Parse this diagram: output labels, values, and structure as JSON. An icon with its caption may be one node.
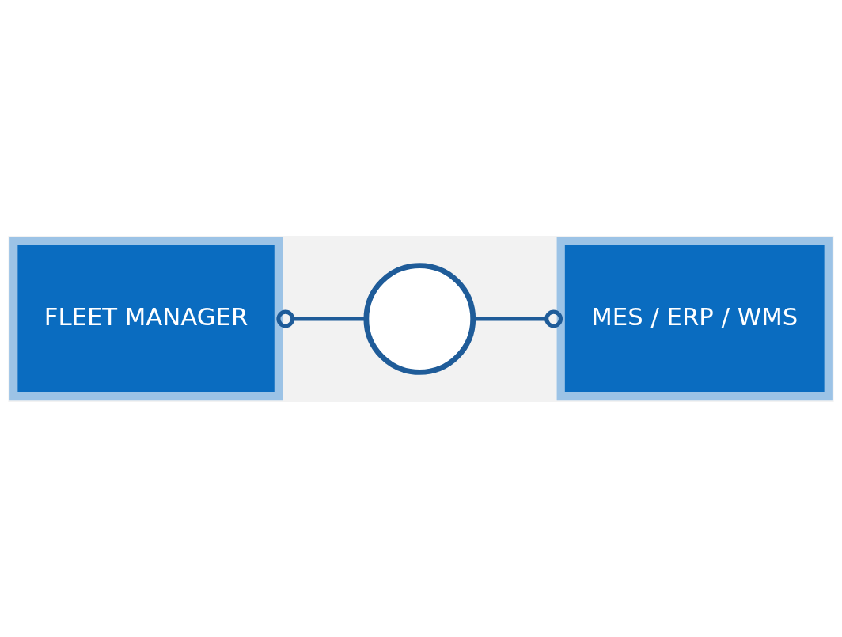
{
  "diagram": {
    "nodes": [
      {
        "text": [
          "FLEET MANAGER"
        ]
      },
      {
        "text": [],
        "shape": "circle"
      },
      {
        "text": [
          "MES / ERP / WMS"
        ]
      }
    ],
    "edges": [
      {
        "from": 0,
        "to": 1,
        "arrow": "other"
      },
      {
        "from": 1,
        "to": 2,
        "arrow": "other"
      }
    ]
  }
}
